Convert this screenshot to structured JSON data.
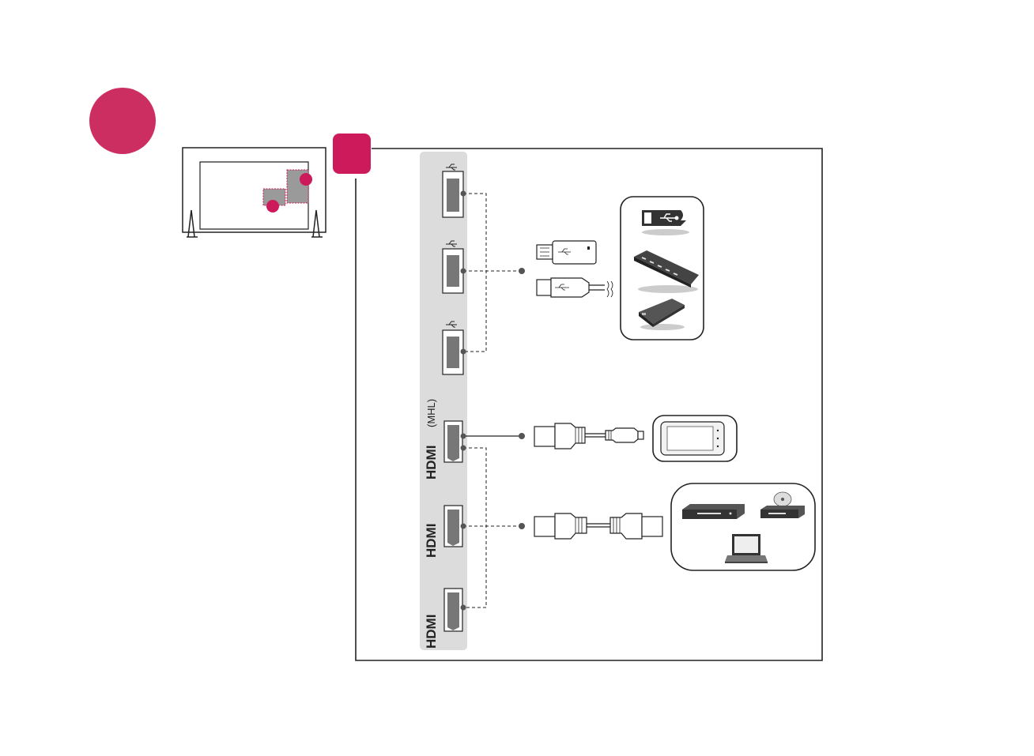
{
  "colors": {
    "accent": "#cc1a5a",
    "accent_dark": "#b0124a",
    "panel": "#dcdcdc",
    "port": "#777777",
    "line": "#222222"
  },
  "step_marker": {
    "icon": "magenta-step-circle"
  },
  "callout": {
    "icon": "magenta-callout-marker"
  },
  "port_panel": {
    "ports": [
      {
        "type": "usb",
        "icon": "usb-symbol-icon"
      },
      {
        "type": "usb",
        "icon": "usb-symbol-icon"
      },
      {
        "type": "usb",
        "icon": "usb-symbol-icon"
      },
      {
        "type": "hdmi",
        "label": "HDMI",
        "sublabel": "(MHL)"
      },
      {
        "type": "hdmi",
        "label": "HDMI"
      },
      {
        "type": "hdmi",
        "label": "HDMI"
      }
    ]
  },
  "devices": {
    "usb_group": [
      "usb-flash-drive-icon",
      "usb-hub-icon",
      "external-hard-drive-icon"
    ],
    "mhl_group": [
      "smartphone-icon"
    ],
    "hdmi_group": [
      "set-top-box-icon",
      "blu-ray-player-icon",
      "laptop-icon"
    ]
  }
}
